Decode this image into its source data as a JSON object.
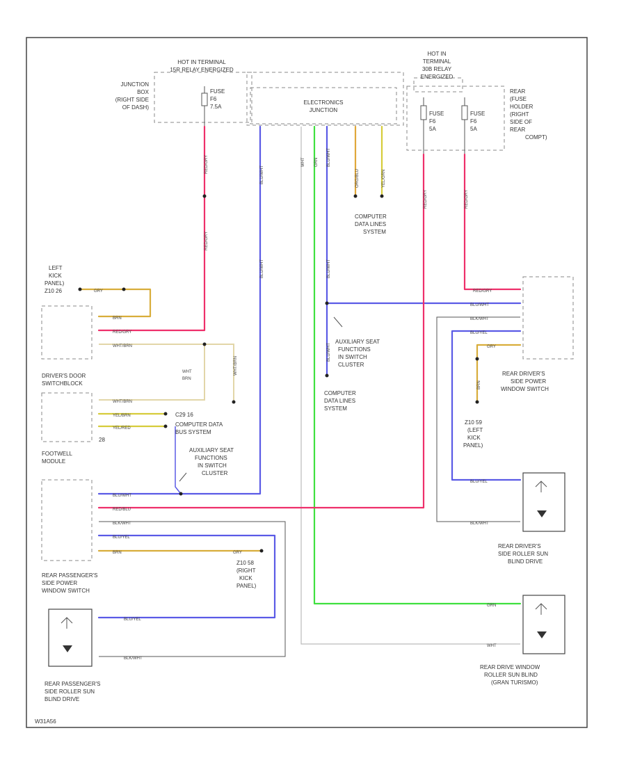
{
  "colors": {
    "red": "#ee2f6a",
    "blue": "#5a5ae6",
    "green": "#3fe03f",
    "yellow": "#d8ad3a",
    "gray": "#555555",
    "white": "#bbbbbb"
  },
  "labels": {
    "hot_jb_1": "HOT IN TERMINAL",
    "hot_jb_2": "15R RELAY ENERGIZED",
    "jb_1": "JUNCTION",
    "jb_2": "BOX",
    "jb_3": "(RIGHT SIDE",
    "jb_4": "OF DASH)",
    "fuse_f_1": "FUSE",
    "fuse_f_2": "F6",
    "fuse_f_3": "7.5A",
    "ej_1": "ELECTRONICS",
    "ej_2": "JUNCTION",
    "hot_r_1": "HOT IN",
    "hot_r_2": "TERMINAL",
    "hot_r_3": "30B RELAY",
    "hot_r_4": "ENERGIZED",
    "fuse_a_1": "FUSE",
    "fuse_a_2": "F6",
    "fuse_a_3": "5A",
    "fuse_b_1": "FUSE",
    "fuse_b_2": "F6",
    "fuse_b_3": "5A",
    "rfh_1": "REAR",
    "rfh_2": "(FUSE",
    "rfh_3": "HOLDER",
    "rfh_4": "(RIGHT",
    "rfh_5": "SIDE OF",
    "rfh_6": "REAR",
    "rfh_7": "COMPT)",
    "cdl_1_1": "COMPUTER",
    "cdl_1_2": "DATA LINES",
    "cdl_1_3": "SYSTEM",
    "lkp_1": "LEFT",
    "lkp_2": "KICK",
    "lkp_3": "PANEL)",
    "lkp_4": "Z10 26",
    "dds_1": "DRIVER'S DOOR",
    "dds_2": "SWITCHBLOCK",
    "cdb_1": "COMPUTER DATA",
    "cdb_2": "BUS SYSTEM",
    "fw_num": "28",
    "fw_1": "FOOTWELL",
    "fw_2": "MODULE",
    "asf_1_1": "AUXILIARY SEAT",
    "asf_1_2": "FUNCTIONS",
    "asf_1_3": "IN SWITCH",
    "asf_1_4": "CLUSTER",
    "asf_2_1": "AUXILIARY SEAT",
    "asf_2_2": "FUNCTIONS",
    "asf_2_3": "IN SWITCH",
    "asf_2_4": "CLUSTER",
    "cdl_2_1": "COMPUTER",
    "cdl_2_2": "DATA LINES",
    "cdl_2_3": "SYSTEM",
    "rdps_1": "REAR DRIVER'S",
    "rdps_2": "SIDE POWER",
    "rdps_3": "WINDOW SWITCH",
    "z1059_1": "Z10 59",
    "z1059_2": "(LEFT",
    "z1059_3": "KICK",
    "z1059_4": "PANEL)",
    "rdsr_1": "REAR DRIVER'S",
    "rdsr_2": "SIDE ROLLER SUN",
    "rdsr_3": "BLIND DRIVE",
    "rpps_1": "REAR PASSENGER'S",
    "rpps_2": "SIDE POWER",
    "rpps_3": "WINDOW SWITCH",
    "z1058_1": "Z10 58",
    "z1058_2": "(RIGHT",
    "z1058_3": "KICK",
    "z1058_4": "PANEL)",
    "rpsr_1": "REAR PASSENGER'S",
    "rpsr_2": "SIDE ROLLER SUN",
    "rpsr_3": "BLIND DRIVE",
    "rwr_1": "REAR DRIVE WINDOW",
    "rwr_2": "ROLLER SUN BLIND",
    "rwr_3": "(GRAN TURISMO)",
    "c2916": "C29 16",
    "fig_id": "W31A56"
  },
  "wire_labels": {
    "gry": "GRY",
    "brn": "BRN",
    "red_gry": "RED/GRY",
    "wht_brn": "WHT/BRN",
    "yel_brn": "YEL/BRN",
    "yel_red": "YEL/RED",
    "blu_wht": "BLU/WHT",
    "red_blu": "RED/BLU",
    "blu_yel": "BLU/YEL",
    "blk_wht": "BLK/WHT",
    "grn": "GRN",
    "wht": "WHT",
    "wht_brn_v": "WHT BRN",
    "red_v": "RED/GRY",
    "blu_v": "BLU/WHT",
    "org_v": "ORG/BLU",
    "yel_v": "YEL/GRN",
    "wht_v": "WHT",
    "grn_v": "GRN"
  }
}
